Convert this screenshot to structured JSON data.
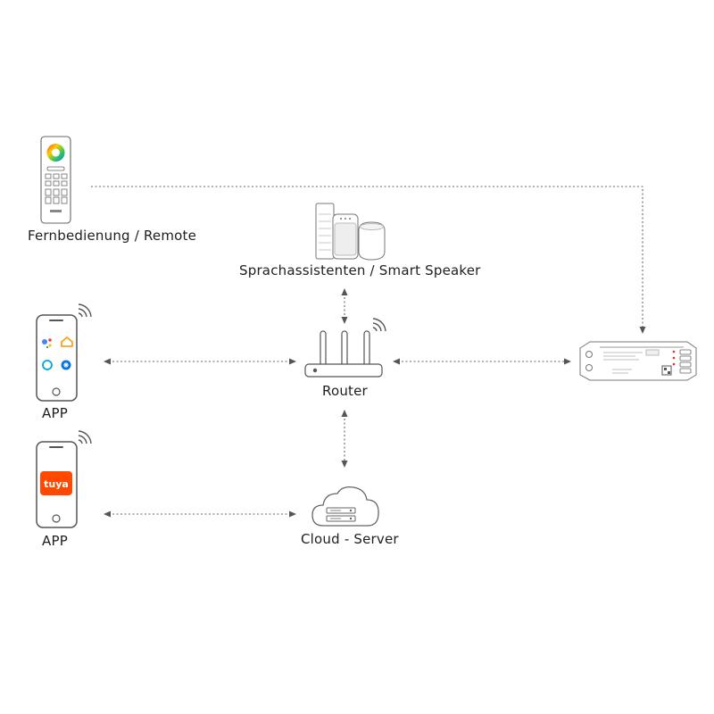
{
  "labels": {
    "remote": "Fernbedienung / Remote",
    "speaker": "Sprachassistenten / Smart Speaker",
    "router": "Router",
    "app1": "APP",
    "app2": "APP",
    "cloud": "Cloud - Server"
  },
  "app_brand": "tuya",
  "icons": {
    "remote": "remote-control-icon",
    "speaker": "smart-speakers-icon",
    "router": "wifi-router-icon",
    "phone1": "smartphone-voice-apps-icon",
    "phone2": "smartphone-tuya-app-icon",
    "cloud": "cloud-server-icon",
    "controller": "led-controller-icon"
  },
  "colors": {
    "line": "#555555",
    "tuya": "#ff4800",
    "outline": "#555555"
  }
}
